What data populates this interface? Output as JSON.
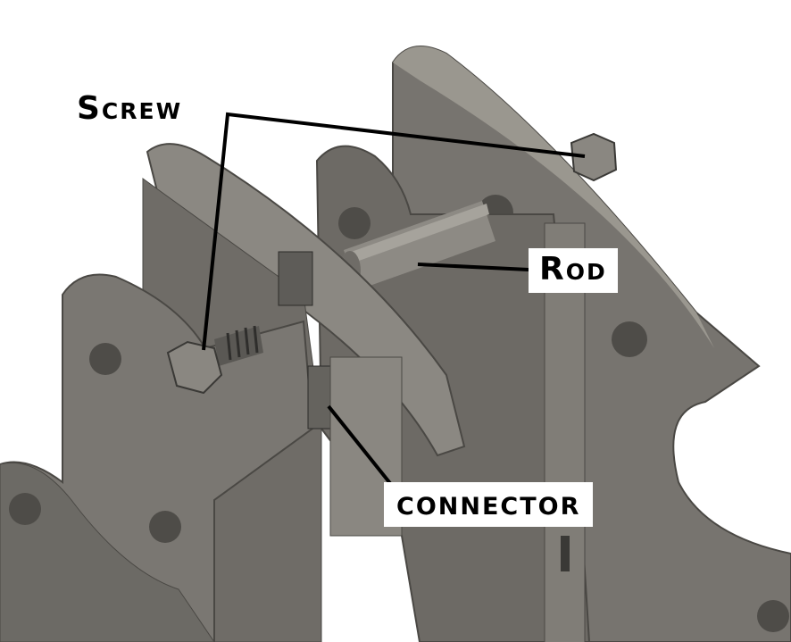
{
  "labels": {
    "screw": "Screw",
    "rod": "Rod",
    "connector": "connector"
  },
  "colors": {
    "part_face": "#77746f",
    "part_dark": "#5a5854",
    "part_light": "#9a978f",
    "leader_line": "#000000"
  }
}
